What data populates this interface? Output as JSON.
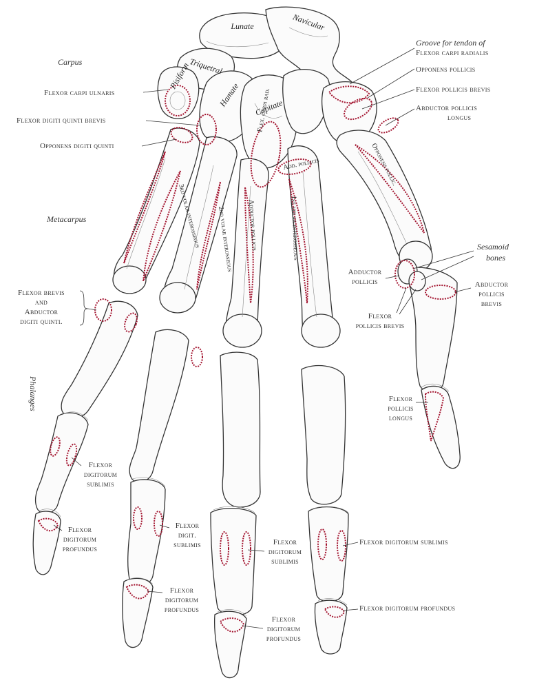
{
  "colors": {
    "attachment": "#a3142f",
    "ink": "#333333",
    "paper": "#ffffff"
  },
  "regions": {
    "carpus": "Carpus",
    "metacarpus": "Metacarpus",
    "phalanges": "Phalanges"
  },
  "bones": {
    "lunate": "Lunate",
    "navicular": "Navicular",
    "triquetral": "Triquetral",
    "pisiform": "Pisiform",
    "hamate": "Hamate",
    "capitate": "Capitate"
  },
  "labels": {
    "flexor_carpi_ulnaris": "Flexor carpi ulnaris",
    "flexor_digiti_quinti_brevis": "Flexor digiti quinti brevis",
    "opponens_digiti_quinti": "Opponens digiti quinti",
    "flexor_brevis_and_abductor": [
      "Flexor brevis",
      "and",
      "Abductor",
      "digiti quinti."
    ],
    "groove_line1": "Groove for tendon of",
    "groove_line2": "Flexor carpi radialis",
    "opponens_pollicis": "Opponens pollicis",
    "flexor_pollicis_brevis_top": "Flexor pollicis brevis",
    "abductor_pollicis_longus": [
      "Abductor pollicis",
      "longus"
    ],
    "sesamoid_bones": [
      "Sesamoid",
      "bones"
    ],
    "adductor_pollicis": [
      "Adductor",
      "pollicis"
    ],
    "abductor_pollicis_brevis": [
      "Abductor",
      "pollicis",
      "brevis"
    ],
    "flexor_pollicis_brevis_mid": [
      "Flexor",
      "pollicis brevis"
    ],
    "flexor_pollicis_longus": [
      "Flexor",
      "pollicis",
      "longus"
    ],
    "little_sublimis": [
      "Flexor",
      "digitorum",
      "sublimis"
    ],
    "little_profundus": [
      "Flexor",
      "digitorum",
      "profundus"
    ],
    "ring_sublimis": [
      "Flexor",
      "digit.",
      "sublimis"
    ],
    "ring_profundus": [
      "Flexor",
      "digitorum",
      "profundus"
    ],
    "middle_sublimis": [
      "Flexor",
      "digitorum",
      "sublimis"
    ],
    "middle_profundus": [
      "Flexor",
      "digitorum",
      "profundus"
    ],
    "index_sublimis": "Flexor digitorum sublimis",
    "index_profundus": "Flexor digitorum profundus"
  },
  "inline_labels": {
    "interosseous_3": "3rd volar interosseous",
    "interosseous_2": "2nd volar interosseous",
    "interosseous_1": "1st volar interosseous",
    "opponens_pollic": "Opponens pollic.",
    "adductor_pollicis_vert": "Adductor pollicis",
    "flexor_carpi_rad": "Flex. carpi rad.",
    "add_pollicis": "Add. pollicis"
  }
}
